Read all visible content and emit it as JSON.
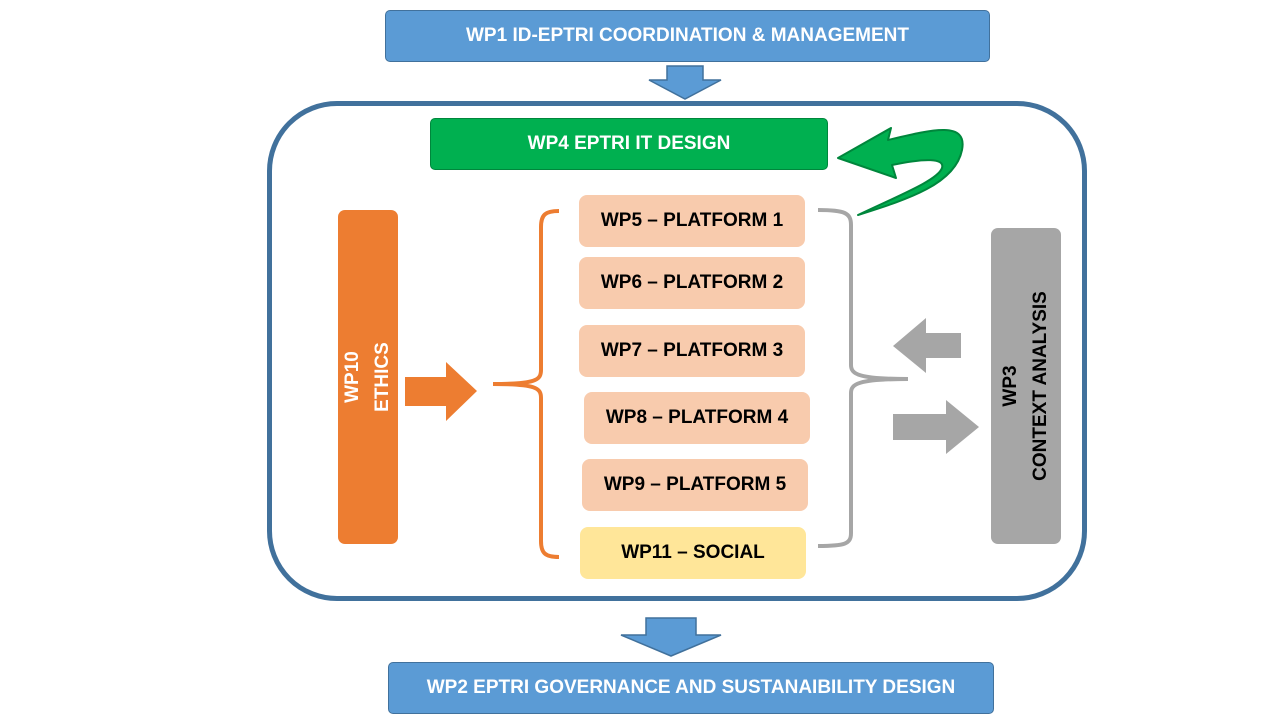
{
  "wp1": "WP1 ID-EPTRI COORDINATION & MANAGEMENT",
  "wp4": "WP4 EPTRI IT DESIGN",
  "wp10": {
    "line1": "WP10",
    "line2": "ETHICS"
  },
  "platforms": [
    "WP5 – PLATFORM 1",
    "WP6 – PLATFORM 2",
    "WP7 – PLATFORM 3",
    "WP8 – PLATFORM 4",
    "WP9 – PLATFORM 5"
  ],
  "wp11": "WP11 – SOCIAL",
  "wp3": {
    "line1": "WP3",
    "line2": "CONTEXT ANALYSIS"
  },
  "wp2": "WP2 EPTRI GOVERNANCE AND SUSTANAIBILITY DESIGN",
  "colors": {
    "blue": "#5b9bd5",
    "frame": "#41719c",
    "green": "#00b050",
    "orange": "#ed7d31",
    "peach": "#f8cbad",
    "yellow": "#ffe699",
    "gray": "#a6a6a6"
  }
}
